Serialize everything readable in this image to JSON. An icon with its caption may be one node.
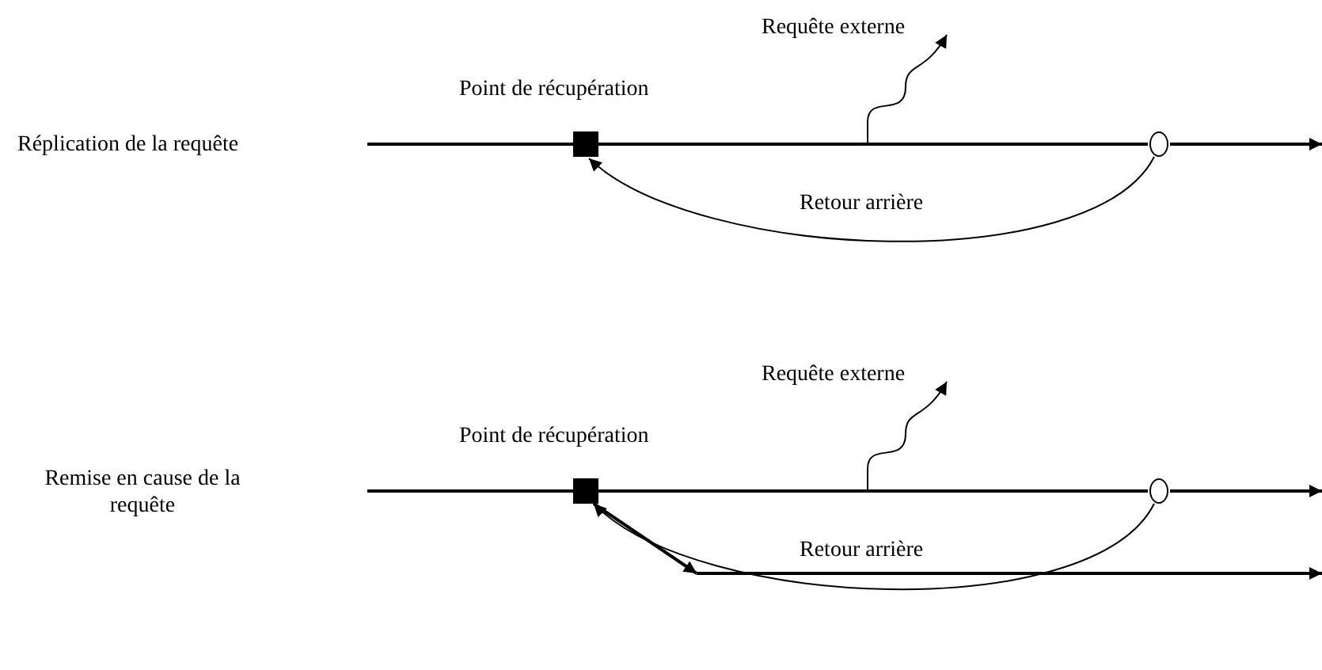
{
  "diagram": {
    "nodes": [
      {
        "text": [
          "Point de récupération"
        ]
      },
      {
        "text": [],
        "shape": "circle"
      },
      {
        "text": [
          "Requête externe"
        ]
      },
      {
        "text": [
          "Point de récupération"
        ]
      },
      {
        "text": [],
        "shape": "circle"
      },
      {
        "text": [
          "Requête externe"
        ]
      }
    ],
    "edges": [
      {
        "from": null,
        "to": 0,
        "arrow": "none"
      },
      {
        "from": 0,
        "to": 1,
        "arrow": "none"
      },
      {
        "from": 1,
        "to": null,
        "arrow": "to"
      },
      {
        "from": null,
        "to": 2,
        "arrow": "to"
      },
      {
        "from": 1,
        "to": 0,
        "arrow": "to",
        "label": "Retour arrière"
      },
      {
        "from": null,
        "to": 3,
        "arrow": "none"
      },
      {
        "from": 3,
        "to": 4,
        "arrow": "none"
      },
      {
        "from": 4,
        "to": null,
        "arrow": "to"
      },
      {
        "from": null,
        "to": 5,
        "arrow": "to"
      },
      {
        "from": 4,
        "to": 3,
        "arrow": "to",
        "label": "Retour arrière"
      },
      {
        "from": 3,
        "to": null,
        "arrow": "to"
      }
    ],
    "labels": [
      "Réplication de la requête",
      "Remise en cause de la requête"
    ]
  }
}
